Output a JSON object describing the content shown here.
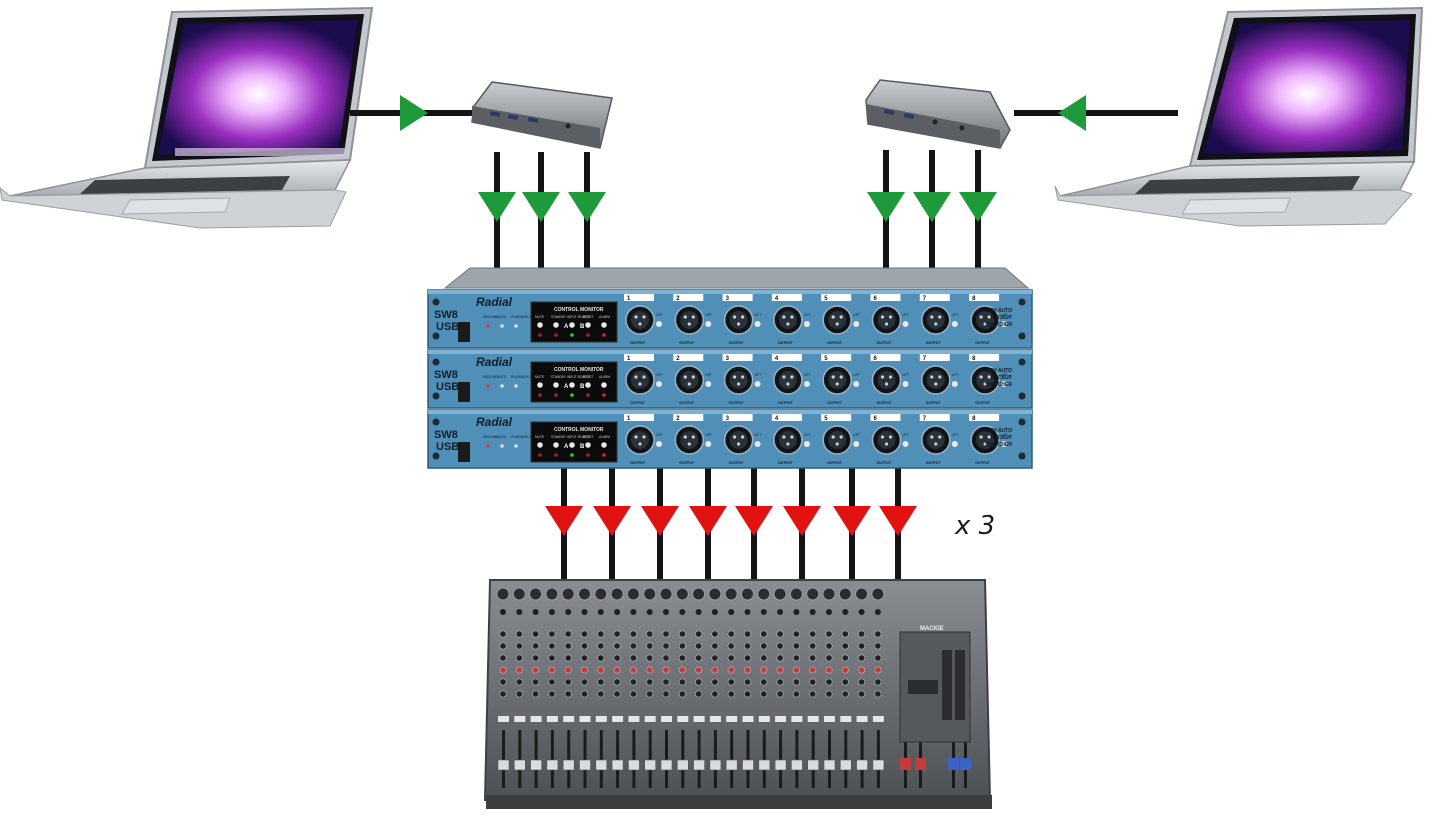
{
  "colors": {
    "background": "#ffffff",
    "input_arrow": "#1f9a3a",
    "output_arrow": "#e01212",
    "cable": "#141414",
    "rack_blue": "#4f8fb8",
    "rack_dark": "#22333f",
    "mixer_body": "#6b6e72",
    "hub_body": "#9a9da1"
  },
  "icons": {
    "laptop_left": "laptop-icon",
    "laptop_right": "laptop-icon",
    "hub_left": "usb-hub-icon",
    "hub_right": "usb-hub-icon",
    "mixer": "mixing-console-icon"
  },
  "switcher": {
    "brand": "Radial",
    "model_line1": "SW8",
    "model_line2": "USB",
    "panel_title": "CONTROL MONITOR",
    "panel_labels": [
      "MUTE",
      "STANDBY",
      "INPUT SELECT",
      "RESET",
      "ALARM"
    ],
    "panel_ab": "A",
    "panel_ab2": "B",
    "status_labels": [
      "MIC/LINE",
      "AUTO",
      "PLAYBACK ACTIVITY"
    ],
    "side_label": [
      "8-CH AUTO",
      "BACKUP",
      "SWITCHER"
    ],
    "output_label": "OUTPUT",
    "lift_label": "LIFT",
    "channels": [
      "1",
      "2",
      "3",
      "4",
      "5",
      "6",
      "7",
      "8"
    ]
  },
  "mixer": {
    "brand": "MACKIE"
  },
  "diagram": {
    "multiplier": "x 3"
  }
}
